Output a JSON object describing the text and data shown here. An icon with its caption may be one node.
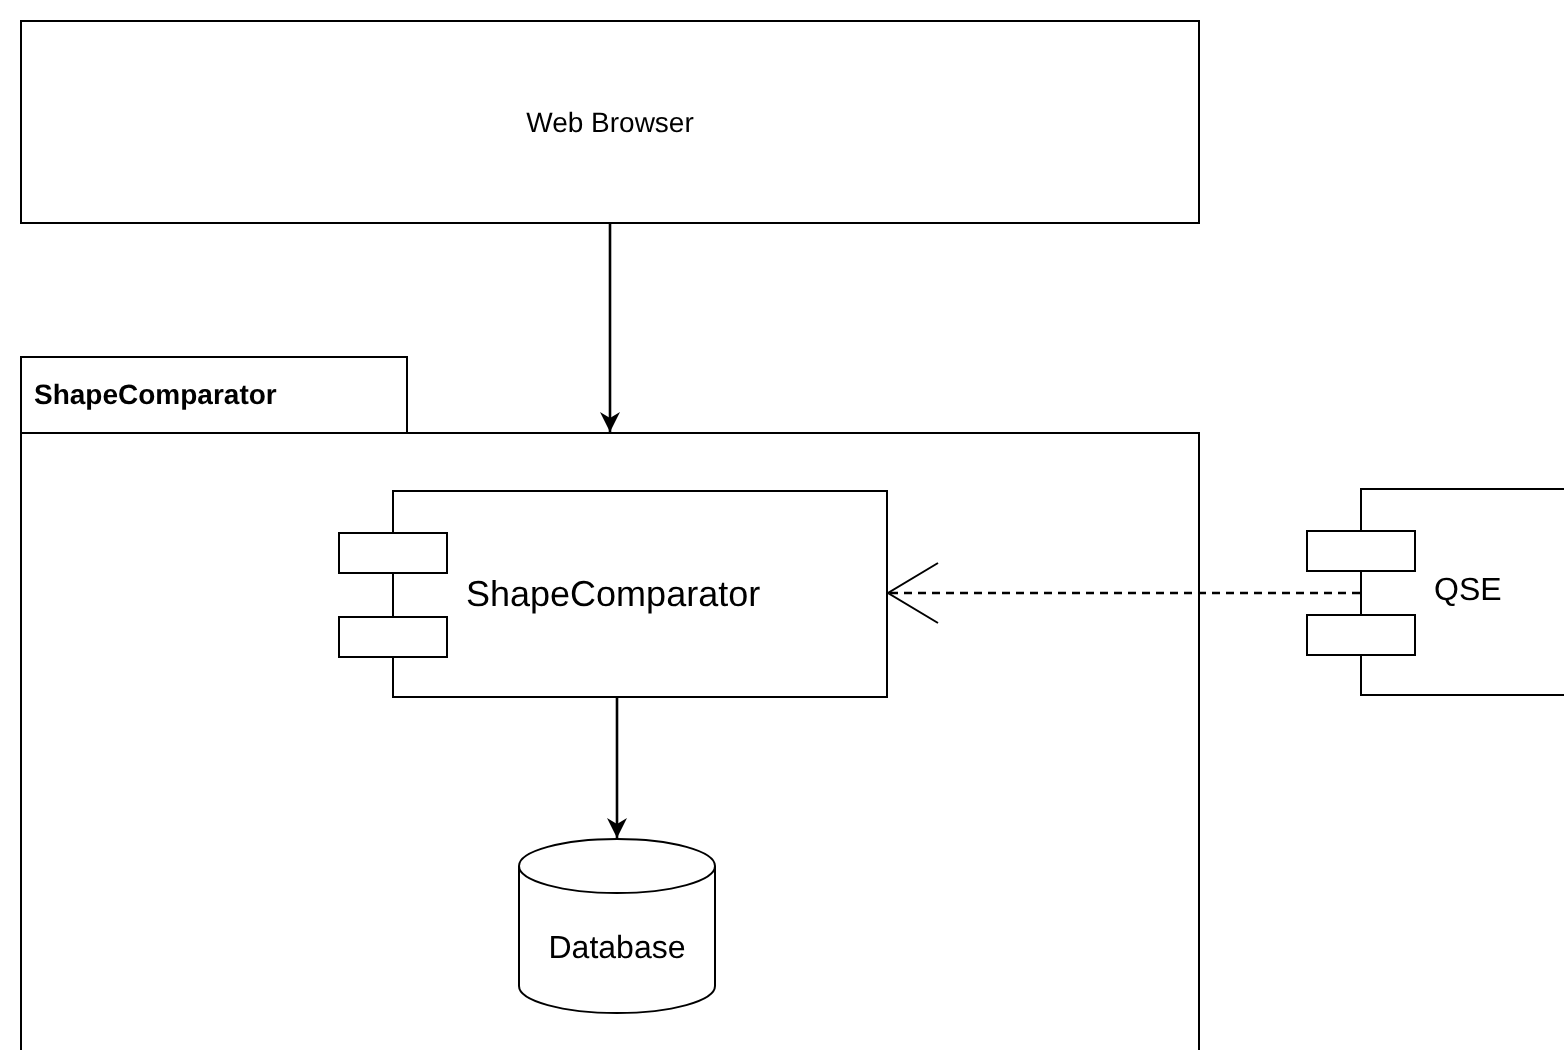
{
  "diagram": {
    "nodes": [
      {
        "text": [
          "Web Browser"
        ]
      },
      {
        "text": [
          "ShapeComparator"
        ]
      },
      {
        "text": [
          "ShapeComparator"
        ],
        "in": 1
      },
      {
        "text": [
          "Database"
        ],
        "in": 1
      },
      {
        "text": [
          "QSE"
        ]
      }
    ],
    "edges": [
      {
        "from": 0,
        "to": 1,
        "arrow": "to"
      },
      {
        "from": 2,
        "to": 3,
        "arrow": "to"
      },
      {
        "from": 4,
        "to": 2,
        "arrow": "to",
        "style": "dashed"
      }
    ]
  }
}
